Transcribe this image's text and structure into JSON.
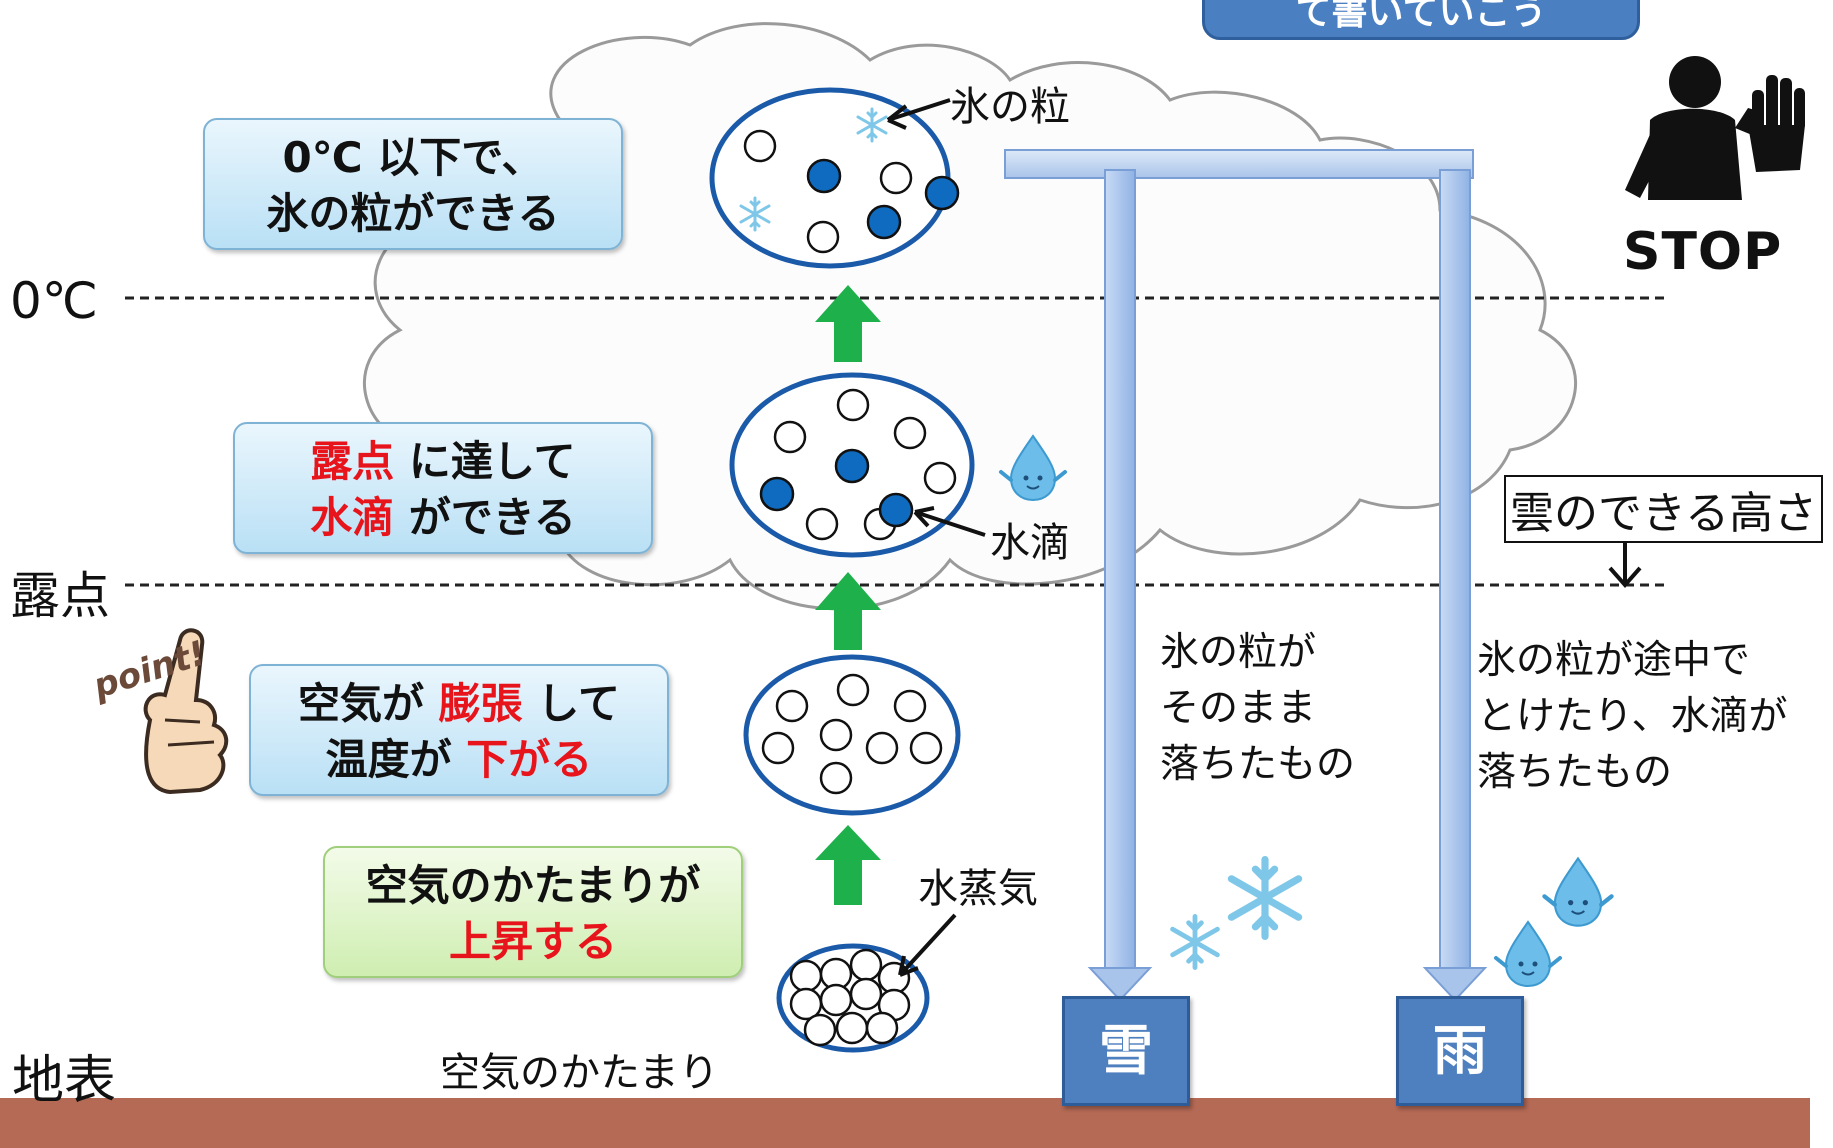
{
  "banner": {
    "text": "て書いていこう"
  },
  "stop": {
    "label": "STOP"
  },
  "lines": {
    "zero": "0℃",
    "dew": "露点",
    "ground": "地表",
    "cloud_height": "雲のできる高さ"
  },
  "stages": {
    "ice": {
      "l1": "0℃ 以下で、",
      "l2": "氷の粒ができる"
    },
    "drop": {
      "l1_red": "露点",
      "l1": " に達して",
      "l2_red": "水滴",
      "l2": " ができる"
    },
    "expand": {
      "l1": "空気が ",
      "l1_red": "膨張",
      "l1b": " して",
      "l2": "温度が ",
      "l2_red": "下がる"
    },
    "rise": {
      "l1": "空気のかたまりが",
      "l2_red": "上昇する"
    }
  },
  "labels": {
    "ice_particle": "氷の粒",
    "water_drop": "水滴",
    "vapor": "水蒸気",
    "air_mass": "空気のかたまり",
    "point": "point!"
  },
  "snow": {
    "title": "雪",
    "desc": [
      "氷の粒が",
      "そのまま",
      "落ちたもの"
    ]
  },
  "rain": {
    "title": "雨",
    "desc": [
      "氷の粒が途中で",
      "とけたり、水滴が",
      "落ちたもの"
    ]
  },
  "colors": {
    "ground": "#b56a55",
    "arrow_green": "#1db04b",
    "filled_dot": "#0e6bc0",
    "box_blue": "#4e7fbf",
    "highlight_red": "#e8141b"
  }
}
